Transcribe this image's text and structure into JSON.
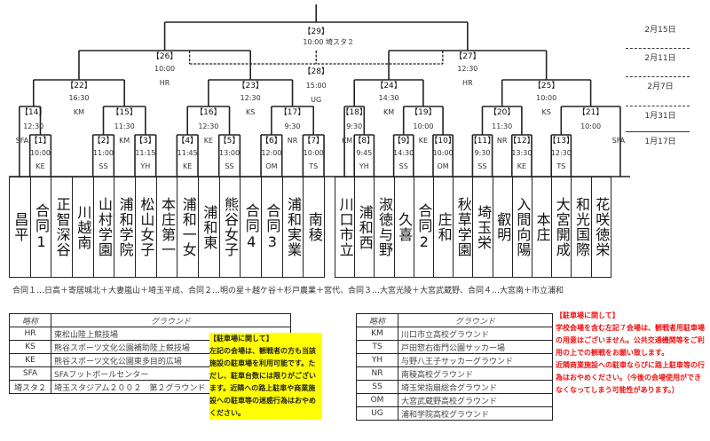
{
  "dates": [
    "2月15日",
    "2月11日",
    "2月7日",
    "1月31日",
    "1月17日"
  ],
  "matches": {
    "1": {
      "label": "【1】",
      "time": "10:00",
      "venue": "KE"
    },
    "2": {
      "label": "【2】",
      "time": "11:00",
      "venue": "SS"
    },
    "3": {
      "label": "【3】",
      "time": "11:15",
      "venue": "YH"
    },
    "4": {
      "label": "【4】",
      "time": "11:45",
      "venue": "KE"
    },
    "5": {
      "label": "【5】",
      "time": "13:00",
      "venue": "SS"
    },
    "6": {
      "label": "【6】",
      "time": "12:00",
      "venue": "OM"
    },
    "7": {
      "label": "【7】",
      "time": "10:00",
      "venue": "TS"
    },
    "8": {
      "label": "【8】",
      "time": "9:45",
      "venue": "YH"
    },
    "9": {
      "label": "【9】",
      "time": "14:30",
      "venue": "SS"
    },
    "10": {
      "label": "【10】",
      "time": "10:00",
      "venue": "OM"
    },
    "11": {
      "label": "【11】",
      "time": "9:30",
      "venue": "SS"
    },
    "12": {
      "label": "【12】",
      "time": "13:30",
      "venue": "KE"
    },
    "13": {
      "label": "【13】",
      "time": "12:30",
      "venue": "TS"
    },
    "14": {
      "label": "【14】",
      "time": "12:30",
      "venue": "SFA"
    },
    "15": {
      "label": "【15】",
      "time": "11:30",
      "venue": "KM"
    },
    "16": {
      "label": "【16】",
      "time": "12:30",
      "venue": "KE"
    },
    "17": {
      "label": "【17】",
      "time": "9:30",
      "venue": "NR"
    },
    "18": {
      "label": "【18】",
      "time": "9:30",
      "venue": "KM"
    },
    "19": {
      "label": "【19】",
      "time": "10:00",
      "venue": "KE"
    },
    "20": {
      "label": "【20】",
      "time": "11:30",
      "venue": "NR"
    },
    "21": {
      "label": "【21】",
      "time": "10:00",
      "venue": "SFA"
    },
    "22": {
      "label": "【22】",
      "time": "16:30",
      "venue": "KM"
    },
    "23": {
      "label": "【23】",
      "time": "12:30",
      "venue": "KS"
    },
    "24": {
      "label": "【24】",
      "time": "14:30",
      "venue": "KM"
    },
    "25": {
      "label": "【25】",
      "time": "10:00",
      "venue": "KS"
    },
    "26": {
      "label": "【26】",
      "time": "10:00",
      "venue": "HR"
    },
    "27": {
      "label": "【27】",
      "time": "12:30",
      "venue": "HR"
    },
    "28": {
      "label": "【28】",
      "time": "15:00",
      "venue": "UG"
    },
    "29": {
      "label": "【29】",
      "time": "10:00 埼スタ２",
      "venue": ""
    }
  },
  "teams_left": [
    "昌平",
    "合同1",
    "正智深谷",
    "川越南",
    "山村学園",
    "浦和学院",
    "松山女子",
    "本庄第一",
    "浦和一女",
    "浦和東",
    "熊谷女子",
    "合同4",
    "合同3",
    "浦和実業",
    "南稜"
  ],
  "teams_right": [
    "川口市立",
    "浦和西",
    "淑徳与野",
    "久喜",
    "合同2",
    "庄和",
    "秋草学園",
    "埼玉栄",
    "叡明",
    "入間向陽",
    "本庄",
    "大宮開成",
    "和光国際",
    "花咲徳栄"
  ],
  "footnote": "合同１…日高＋寄居城北＋大妻嵐山＋埼玉平成、合同２…明の星＋越ケ谷＋杉戸農業＋宮代、合同３…大宮光陵＋大宮武蔵野、合同４…大宮南＋市立浦和",
  "grounds_left": {
    "header": [
      "略称",
      "グラウンド"
    ],
    "rows": [
      [
        "HR",
        "東松山陸上競技場"
      ],
      [
        "KS",
        "熊谷スポーツ文化公園補助陸上競技場"
      ],
      [
        "KE",
        "熊谷スポーツ文化公園東多目的広場"
      ],
      [
        "SFA",
        "SFAフットボールセンター"
      ],
      [
        "埼スタ２",
        "埼玉スタジアム２００２　第２グラウンド"
      ]
    ]
  },
  "grounds_right": {
    "header": [
      "略称",
      "グラウンド"
    ],
    "rows": [
      [
        "KM",
        "川口市立高校グラウンド"
      ],
      [
        "TS",
        "戸田惣右衛門公園サッカー場"
      ],
      [
        "YH",
        "与野八王子サッカーグラウンド"
      ],
      [
        "NR",
        "南稜高校グラウンド"
      ],
      [
        "SS",
        "埼玉栄指扇総合グラウンド"
      ],
      [
        "OM",
        "大宮武蔵野高校グラウンド"
      ],
      [
        "UG",
        "浦和学院高校グラウンド"
      ]
    ]
  },
  "notice_yellow": {
    "title": "【駐車場に関して】",
    "body": "左記の会場は、観戦者の方も当該施設の駐車場を利用可能です。ただし、駐車台数には限りがございます。近隣への路上駐車や商業施設への駐車等の迷惑行為はおやめください。"
  },
  "notice_red": {
    "title": "【駐車場に関して】",
    "body1": "学校会場を含む左記７会場は、観戦者用駐車場の用意はございません。公共交通機関等をご利用の上での観戦をお願い致します。",
    "body2": "近隣商業施設への駐車ならびに路上駐車等の行為はおやめください。（今後の会場使用ができなくなってしまう可能性があります。）"
  }
}
